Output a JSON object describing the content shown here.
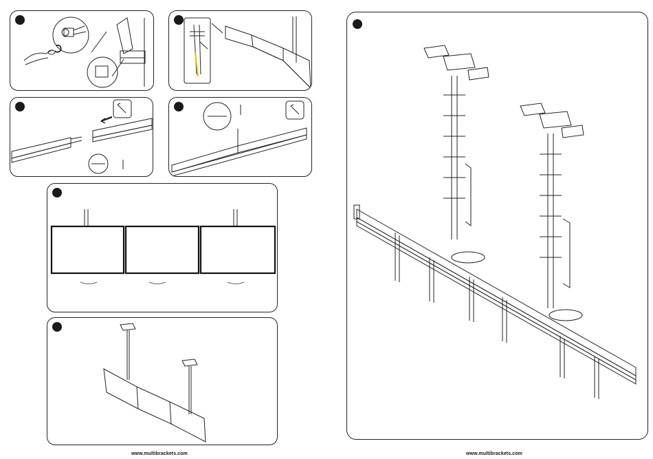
{
  "footer": {
    "left_url": "www.multibrackets.com",
    "right_url": "www.multibrackets.com"
  },
  "steps": [
    {
      "id": "step-1"
    },
    {
      "id": "step-2"
    },
    {
      "id": "step-3"
    },
    {
      "id": "step-4"
    },
    {
      "id": "step-5"
    },
    {
      "id": "step-6"
    },
    {
      "id": "step-main"
    }
  ],
  "icons": {
    "hex_key": "allen-key-icon",
    "rotate": "rotate-arrow-icon"
  }
}
